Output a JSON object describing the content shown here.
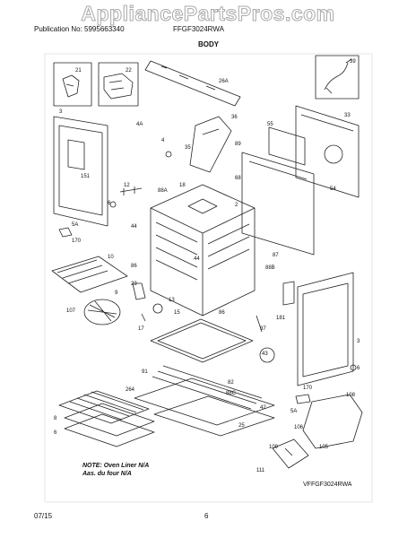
{
  "watermark": "AppliancePartsPros.com",
  "header": {
    "publication": "Publication No: 5995663340",
    "model": "FFGF3024RWA",
    "section_title": "BODY"
  },
  "note": {
    "line1": "NOTE: Oven Liner N/A",
    "line2": "Aas. du four N/A"
  },
  "diagram_id": "VFFGF3024RWA",
  "footer": {
    "date": "07/15",
    "page": "6"
  },
  "part_labels": [
    {
      "id": "p21",
      "text": "21"
    },
    {
      "id": "p22",
      "text": "22"
    },
    {
      "id": "p26a",
      "text": "26A"
    },
    {
      "id": "p39",
      "text": "39"
    },
    {
      "id": "p3a",
      "text": "3"
    },
    {
      "id": "p4a",
      "text": "4A"
    },
    {
      "id": "p36",
      "text": "36"
    },
    {
      "id": "p4",
      "text": "4"
    },
    {
      "id": "p35",
      "text": "35"
    },
    {
      "id": "p89",
      "text": "89"
    },
    {
      "id": "p55",
      "text": "55"
    },
    {
      "id": "p33",
      "text": "33"
    },
    {
      "id": "p151",
      "text": "151"
    },
    {
      "id": "p18",
      "text": "18"
    },
    {
      "id": "p68",
      "text": "68"
    },
    {
      "id": "p54",
      "text": "54"
    },
    {
      "id": "p12",
      "text": "12"
    },
    {
      "id": "p88a",
      "text": "88A"
    },
    {
      "id": "p2",
      "text": "2"
    },
    {
      "id": "p6a",
      "text": "6"
    },
    {
      "id": "p5a",
      "text": "5A"
    },
    {
      "id": "p44a",
      "text": "44"
    },
    {
      "id": "p170a",
      "text": "170"
    },
    {
      "id": "p44b",
      "text": "44"
    },
    {
      "id": "p10",
      "text": "10"
    },
    {
      "id": "p87",
      "text": "87"
    },
    {
      "id": "p86a",
      "text": "86"
    },
    {
      "id": "p88b",
      "text": "88B"
    },
    {
      "id": "p9",
      "text": "9"
    },
    {
      "id": "p23",
      "text": "23"
    },
    {
      "id": "p13",
      "text": "13"
    },
    {
      "id": "p107",
      "text": "107"
    },
    {
      "id": "p15",
      "text": "15"
    },
    {
      "id": "p86b",
      "text": "86"
    },
    {
      "id": "p17",
      "text": "17"
    },
    {
      "id": "p181",
      "text": "181"
    },
    {
      "id": "p37",
      "text": "37"
    },
    {
      "id": "p3b",
      "text": "3"
    },
    {
      "id": "p43",
      "text": "43"
    },
    {
      "id": "p91",
      "text": "91"
    },
    {
      "id": "p82",
      "text": "82"
    },
    {
      "id": "p6b",
      "text": "6"
    },
    {
      "id": "p264",
      "text": "264"
    },
    {
      "id": "p88c",
      "text": "88C"
    },
    {
      "id": "p170b",
      "text": "170"
    },
    {
      "id": "p108",
      "text": "108"
    },
    {
      "id": "p42",
      "text": "42"
    },
    {
      "id": "p8",
      "text": "8"
    },
    {
      "id": "p5b",
      "text": "5A"
    },
    {
      "id": "p6c",
      "text": "6"
    },
    {
      "id": "p25",
      "text": "25"
    },
    {
      "id": "p106",
      "text": "106"
    },
    {
      "id": "p109",
      "text": "109"
    },
    {
      "id": "p105",
      "text": "105"
    },
    {
      "id": "p111",
      "text": "111"
    }
  ]
}
